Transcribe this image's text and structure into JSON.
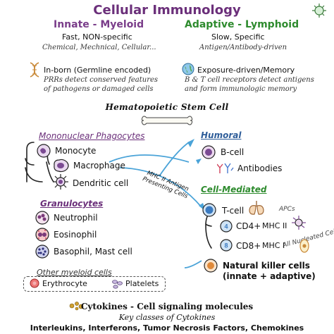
{
  "title": "Cellular Immunology",
  "innate": {
    "header": "Innate - Myeloid",
    "line1": "Fast, NON-specific",
    "line2": "Chemical, Mechnical, Cellular...",
    "germline": "In-born (Germline encoded)",
    "prr1": "PRRs detect conserved features",
    "prr2": "of pathogens or damaged cells"
  },
  "adaptive": {
    "header": "Adaptive - Lymphoid",
    "line1": "Slow, Specific",
    "line2": "Antigen/Antibody-driven",
    "exposure": "Exposure-driven/Memory",
    "bt1": "B & T cell receptors detect antigens",
    "bt2": "and form immunologic memory"
  },
  "hsc": "Hematopoietic Stem Cell",
  "mononuclear": {
    "header": "Mononuclear Phagocytes",
    "cells": [
      "Monocyte",
      "Macrophage",
      "Dendritic cell"
    ]
  },
  "granulocytes": {
    "header": "Granulocytes",
    "cells": [
      "Neutrophil",
      "Eosinophil",
      "Basophil, Mast cell"
    ]
  },
  "other_myeloid": {
    "header": "Other myeloid cells",
    "cells": [
      "Erythrocyte",
      "Platelets"
    ]
  },
  "mhc_label": {
    "line1": "MHC II Antigen",
    "line2": "Presenting Cells"
  },
  "humoral": {
    "header": "Humoral",
    "cells": [
      "B-cell",
      "Antibodies"
    ]
  },
  "cell_mediated": {
    "header": "Cell-Mediated",
    "tcell": "T-cell",
    "apcs": "APCs",
    "cd4": "CD4+",
    "mhc2": "MHC II",
    "all_nucleated": "All Nucleated Cells",
    "cd8": "CD8+",
    "mhc1": "MHC I",
    "cd4_icon": "4",
    "cd8_icon": "8",
    "nk1": "Natural killer cells",
    "nk2": "(innate + adaptive)"
  },
  "cytokines": {
    "title": "Cytokines - Cell signaling molecules",
    "subtitle": "Key classes of Cytokines",
    "list": "Interleukins, Interferons, Tumor Necrosis Factors, Chemokines"
  },
  "colors": {
    "innate": "#7a3d8a",
    "adaptive": "#2e8b2e",
    "arrow": "#4aa3d8",
    "title": "#6b2f7a"
  },
  "icons": [
    "dna-icon",
    "globe-icon",
    "virus-icon",
    "bone-icon",
    "lung-icon",
    "nucleated-cell-icon",
    "cytokine-icon"
  ]
}
